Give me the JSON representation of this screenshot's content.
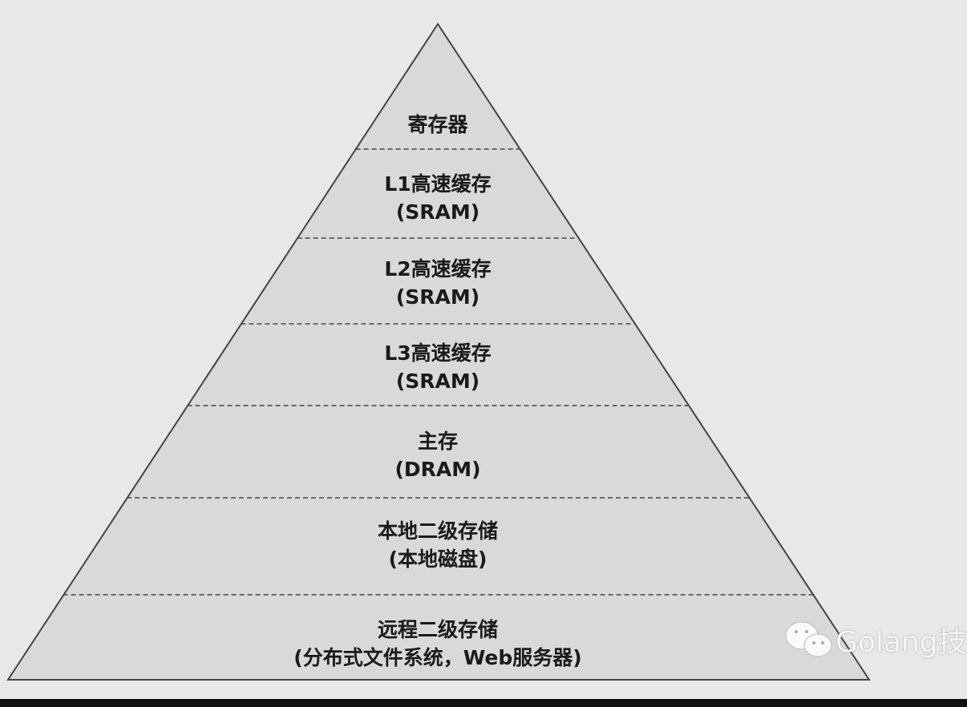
{
  "layers": [
    {
      "line1": "寄存器"
    },
    {
      "line1": "L1高速缓存",
      "line2": "(SRAM)"
    },
    {
      "line1": "L2高速缓存",
      "line2": "(SRAM)"
    },
    {
      "line1": "L3高速缓存",
      "line2": "(SRAM)"
    },
    {
      "line1": "主存",
      "line2": "(DRAM)"
    },
    {
      "line1": "本地二级存储",
      "line2": "(本地磁盘)"
    },
    {
      "line1": "远程二级存储",
      "line2": "(分布式文件系统，Web服务器)"
    }
  ],
  "watermark": {
    "text": "Golang技",
    "icon": "wechat-icon"
  },
  "colors": {
    "background": "#e8e8e8",
    "fill": "#d9d9d9",
    "stroke": "#444444"
  }
}
